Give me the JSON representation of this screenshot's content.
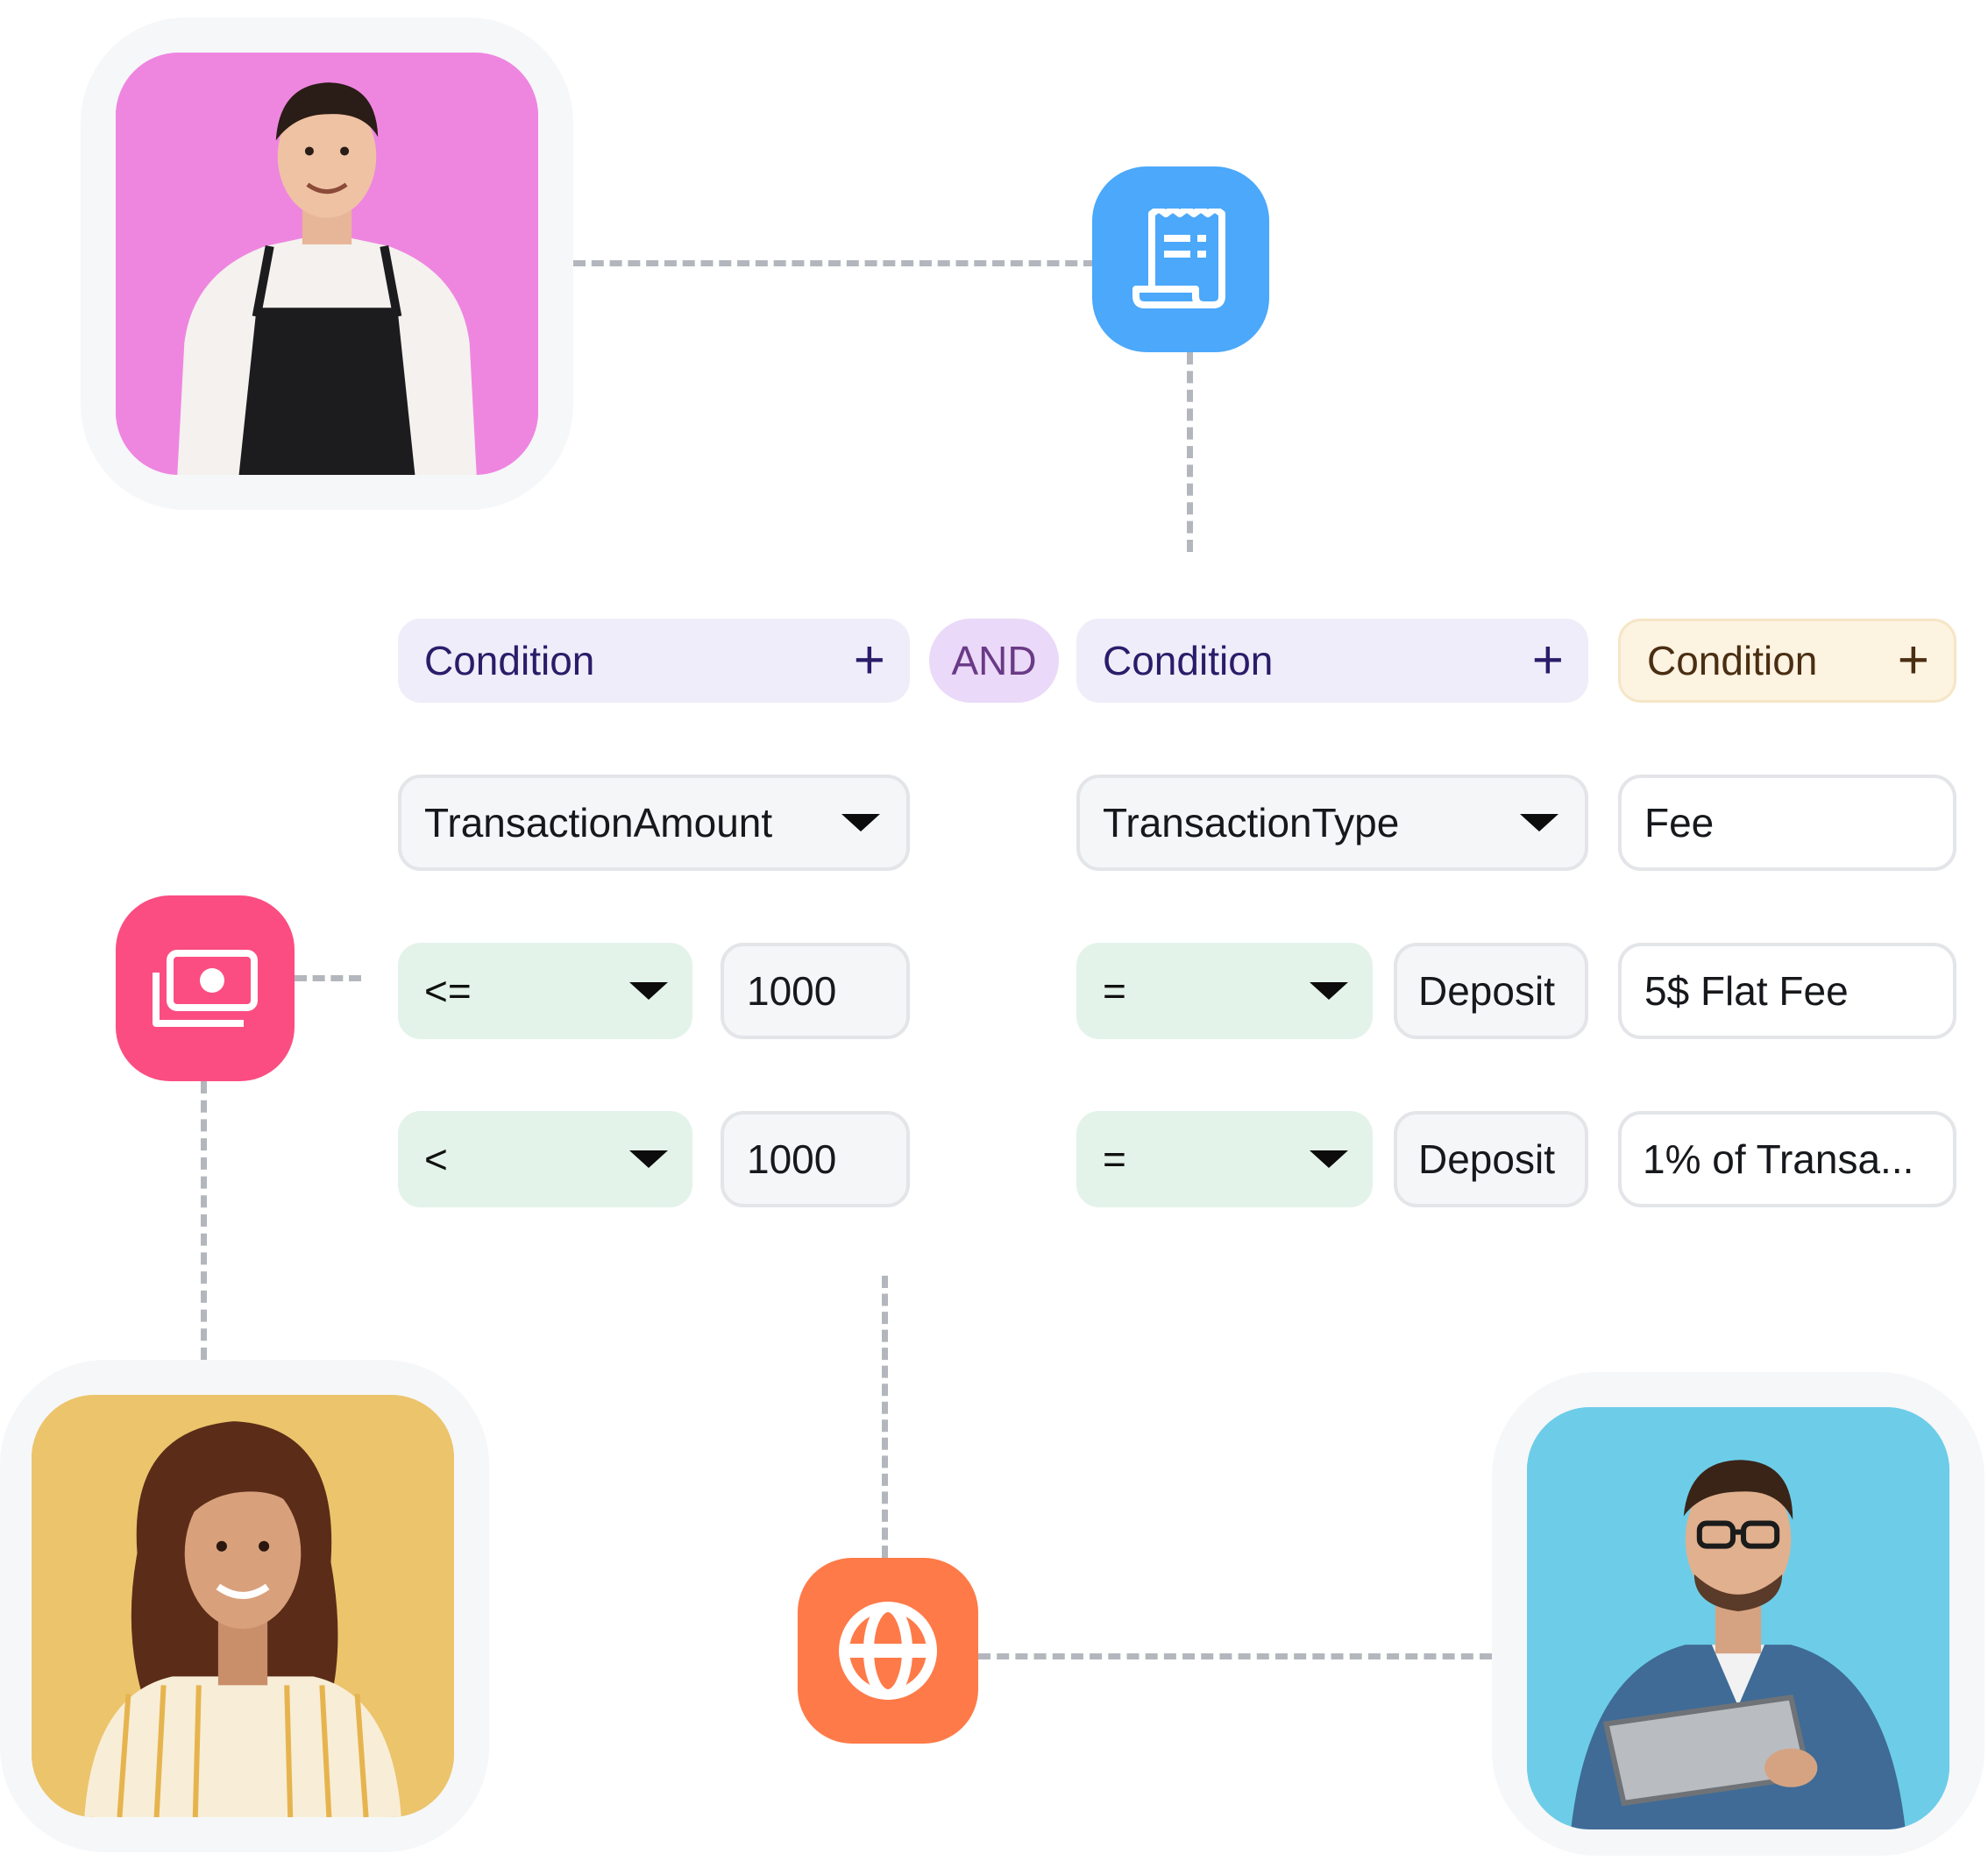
{
  "rule": {
    "col1": {
      "header": "Condition",
      "field": "TransactionAmount",
      "rows": [
        {
          "operator": "<=",
          "value": "1000"
        },
        {
          "operator": "<",
          "value": "1000"
        }
      ]
    },
    "joiner": "AND",
    "col2": {
      "header": "Condition",
      "field": "TransactionType",
      "rows": [
        {
          "operator": "=",
          "value": "Deposit"
        },
        {
          "operator": "=",
          "value": "Deposit"
        }
      ]
    },
    "col3": {
      "header": "Condition",
      "field": "Fee",
      "rows": [
        {
          "value": "5$ Flat Fee"
        },
        {
          "value": "1% of Transa..."
        }
      ]
    },
    "plus_glyph": "+"
  },
  "icons": {
    "receipt": {
      "name": "receipt-icon",
      "color": "#4ba8fa"
    },
    "money": {
      "name": "money-stack-icon",
      "color": "#fb4d82"
    },
    "globe": {
      "name": "globe-icon",
      "color": "#fe7a48"
    }
  },
  "avatars": [
    {
      "name": "man-in-apron",
      "background": "#ee86e0"
    },
    {
      "name": "woman-smiling",
      "background": "#ecc46c"
    },
    {
      "name": "man-with-tablet",
      "background": "#6dcde8"
    }
  ],
  "colors": {
    "header_chip": "#efedf9",
    "fee_chip": "#fcf3e1",
    "and_chip": "#ead9f8",
    "operator_bg": "#e3f3e9",
    "connector": "#b3b7bd"
  }
}
